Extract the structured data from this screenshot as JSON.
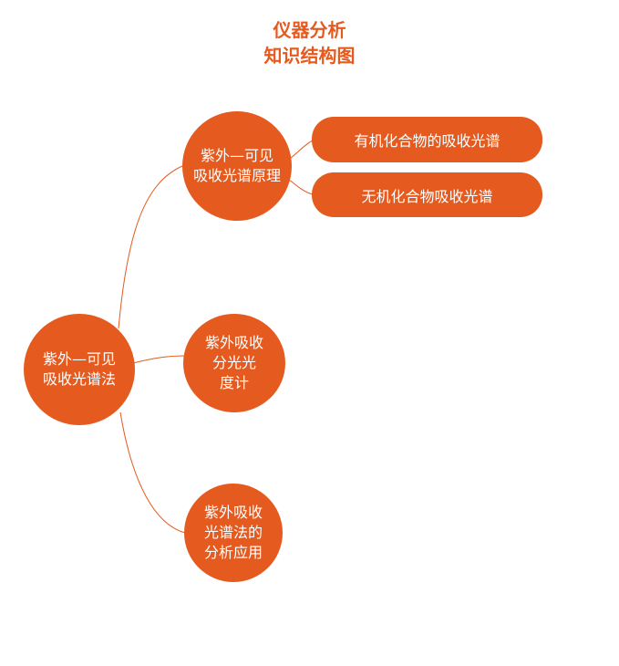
{
  "title": {
    "line1": "仪器分析",
    "line2": "知识结构图"
  },
  "colors": {
    "accent": "#e55a1f",
    "node_text": "#ffffff",
    "background": "#ffffff"
  },
  "root": {
    "line1": "紫外—可见",
    "line2": "吸收光谱法"
  },
  "branches": [
    {
      "line1": "紫外—可见",
      "line2": "吸收光谱原理",
      "children": [
        "有机化合物的吸收光谱",
        "无机化合物吸收光谱"
      ]
    },
    {
      "line1": "紫外吸收",
      "line2": "分光光",
      "line3": "度计"
    },
    {
      "line1": "紫外吸收",
      "line2": "光谱法的",
      "line3": "分析应用"
    }
  ]
}
